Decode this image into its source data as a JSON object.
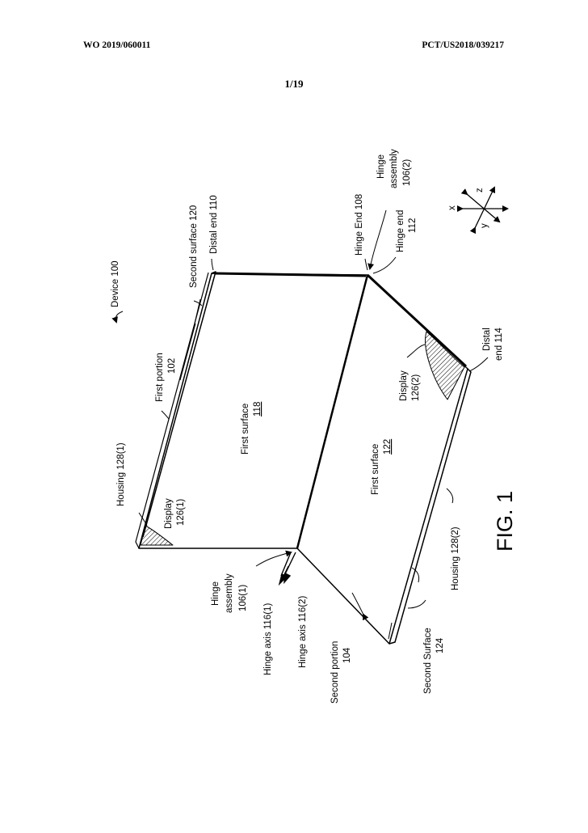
{
  "header": {
    "left": "WO 2019/060011",
    "right": "PCT/US2018/039217"
  },
  "page_number": "1/19",
  "figure_label": "FIG. 1",
  "labels": {
    "device": "Device 100",
    "first_portion": "First portion",
    "first_portion_num": "102",
    "second_surface_120": "Second surface 120",
    "distal_end_110": "Distal end 110",
    "hinge_end_108": "Hinge End 108",
    "hinge_assembly": "Hinge",
    "hinge_assembly_2": "assembly",
    "hinge_assembly_num_2": "106(2)",
    "hinge_end_112": "Hinge end",
    "hinge_end_112_num": "112",
    "first_surface_118": "First surface",
    "first_surface_118_num": "118",
    "housing_1": "Housing 128(1)",
    "display_1": "Display",
    "display_1_num": "126(1)",
    "display_2": "Display",
    "display_2_num": "126(2)",
    "distal_end_114": "Distal",
    "distal_end_114_num": "end 114",
    "first_surface_122": "First surface",
    "first_surface_122_num": "122",
    "housing_2": "Housing 128(2)",
    "hinge_assembly_1a": "Hinge",
    "hinge_assembly_1b": "assembly",
    "hinge_assembly_1_num": "106(1)",
    "hinge_axis_1": "Hinge axis 116(1)",
    "hinge_axis_2": "Hinge axis 116(2)",
    "second_portion": "Second portion",
    "second_portion_num": "104",
    "second_surface_124": "Second Surface",
    "second_surface_124_num": "124",
    "axis_x": "x",
    "axis_y": "y",
    "axis_z": "z"
  }
}
